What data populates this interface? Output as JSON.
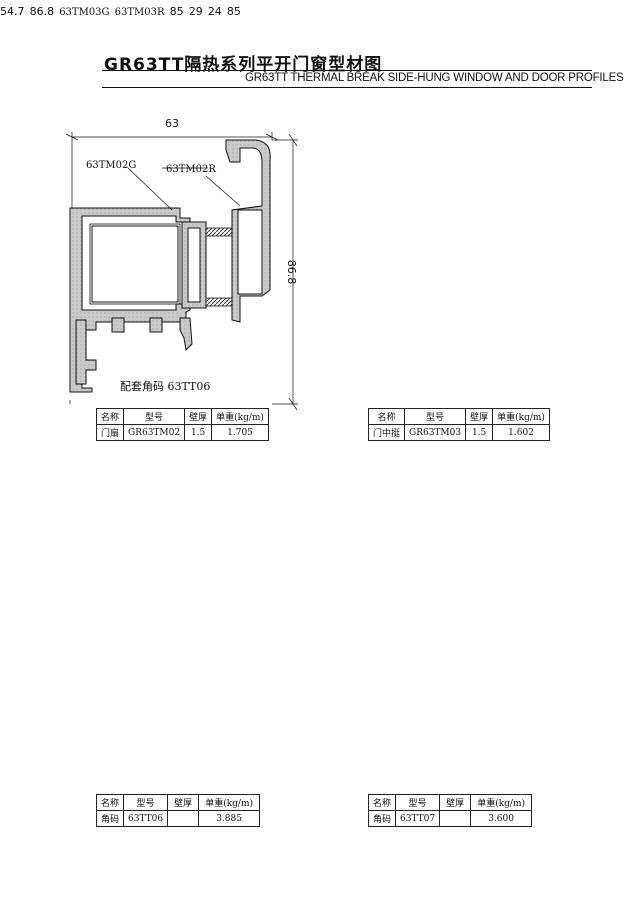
{
  "header": {
    "title_cn": "GR63TT隔热系列平开门窗型材图",
    "title_en": "GR63TT THERMAL BREAK SIDE-HUNG WINDOW AND DOOR PROFILES"
  },
  "drawing1": {
    "width_dim": "63",
    "height_dim": "86.8",
    "label_a": "63TM02G",
    "label_b": "63TM02R",
    "caption": "配套角码 63TT06"
  },
  "drawing2": {
    "width_dim": "86.8",
    "height_dim": "54.7",
    "label_a": "63TM03G",
    "label_b": "63TM03R"
  },
  "drawing3": {
    "dim_a": "29",
    "dim_b": "85"
  },
  "drawing4": {
    "dim_a": "24",
    "dim_b": "85"
  },
  "tables": {
    "headers": [
      "名称",
      "型号",
      "壁厚",
      "单重(kg/m)"
    ],
    "t1": [
      "门扇",
      "GR63TM02",
      "1.5",
      "1.705"
    ],
    "t2": [
      "门中挺",
      "GR63TM03",
      "1.5",
      "1.602"
    ],
    "t3": [
      "角码",
      "63TT06",
      "",
      "3.885"
    ],
    "t4": [
      "角码",
      "63TT07",
      "",
      "3.600"
    ]
  },
  "colors": {
    "profile_fill": "#c8c8c8",
    "line": "#111111"
  }
}
